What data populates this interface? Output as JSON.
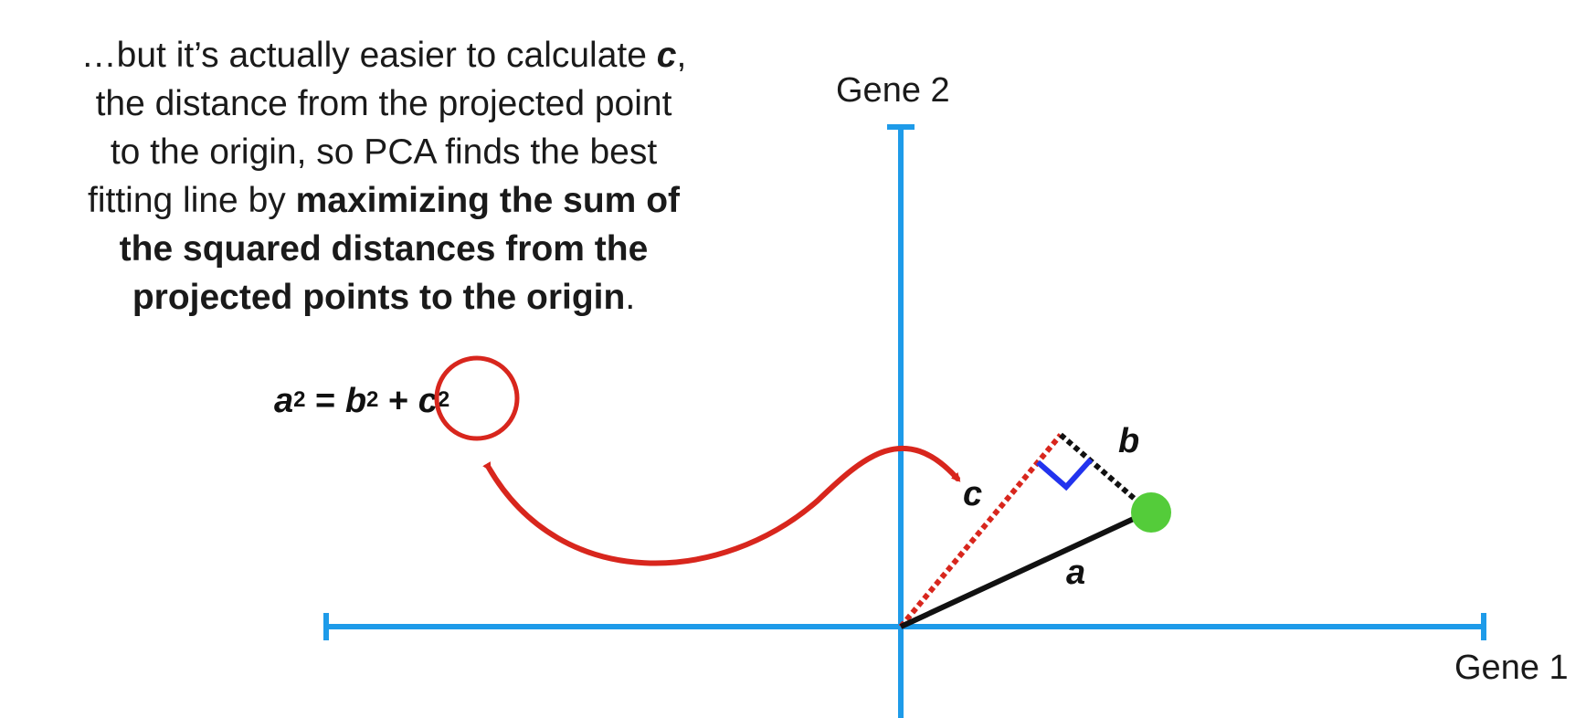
{
  "caption": {
    "line1_pre": "…but it’s actually easier to calculate ",
    "line1_var": "c",
    "line1_post": ",",
    "line2": "the distance from the projected point",
    "line3": "to the origin, so PCA finds the best",
    "line4_pre": "fitting line by ",
    "line4_bold": "maximizing the sum of",
    "line5_bold": "the squared distances from the",
    "line6_bold": "projected points to the origin",
    "line6_post": "."
  },
  "equation": {
    "a": "a",
    "b": "b",
    "c": "c",
    "exp": "2",
    "equals": " = ",
    "plus": " + "
  },
  "axes": {
    "x_label": "Gene 1",
    "y_label": "Gene 2"
  },
  "segments": {
    "a_label": "a",
    "b_label": "b",
    "c_label": "c"
  },
  "colors": {
    "axis": "#1e9be9",
    "point": "#54cc3a",
    "projection_dotted": "#d8261d",
    "arrow": "#d8261d",
    "right_angle": "#2233ee",
    "segment_a": "#111111",
    "segment_b": "#111111"
  }
}
